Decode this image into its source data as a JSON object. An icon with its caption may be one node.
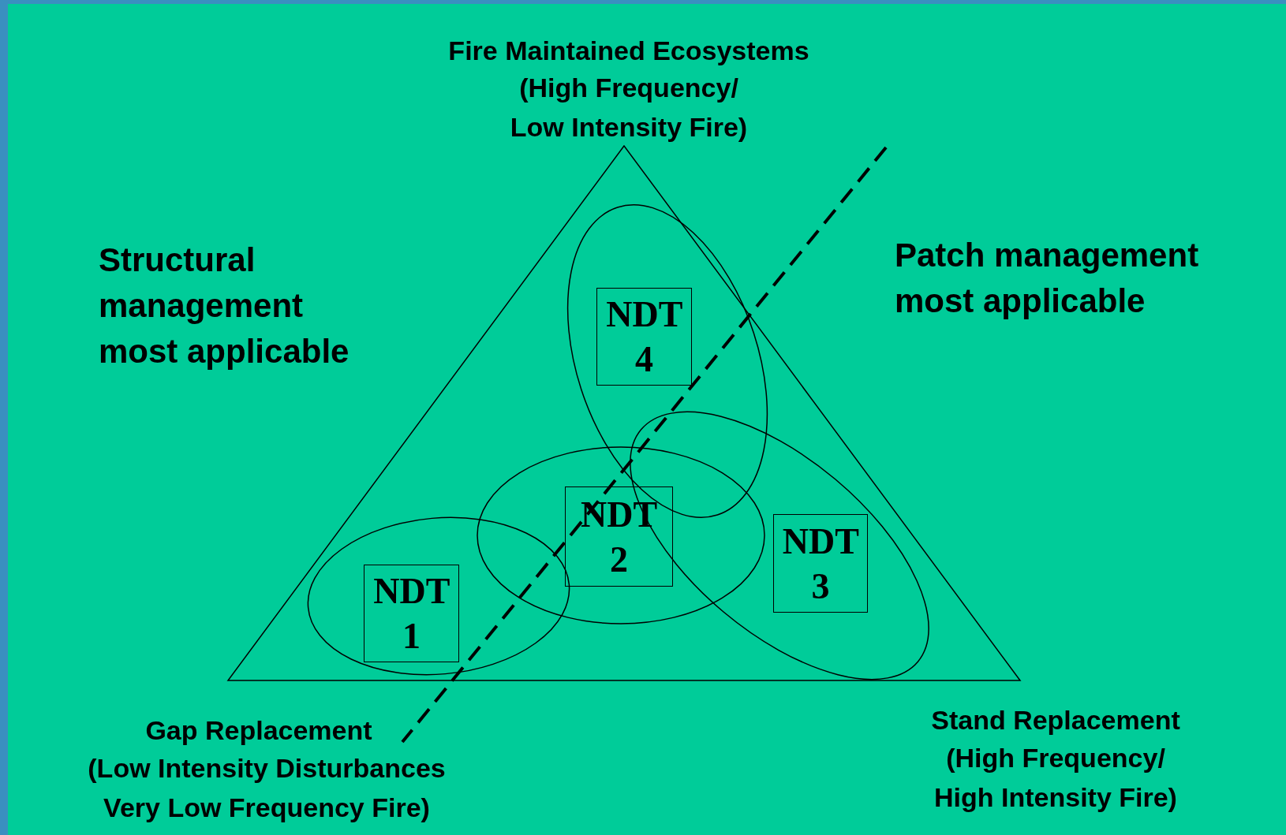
{
  "diagram": {
    "nodes": [
      {
        "text": [
          "NDT 4"
        ]
      },
      {
        "text": [
          "NDT 2"
        ]
      },
      {
        "text": [
          "NDT 1"
        ]
      },
      {
        "text": [
          "NDT 3"
        ]
      }
    ],
    "edges": [],
    "labels": [
      "Fire Maintained Ecosystems",
      "(High Frequency/ Low Intensity Fire)",
      "Structural management most applicable",
      "Patch management most applicable",
      "Gap Replacement",
      "(Low Intensity Disturbances Very Low Frequency Fire)",
      "Stand Replacement",
      "(High Frequency/ High Intensity Fire)"
    ]
  }
}
